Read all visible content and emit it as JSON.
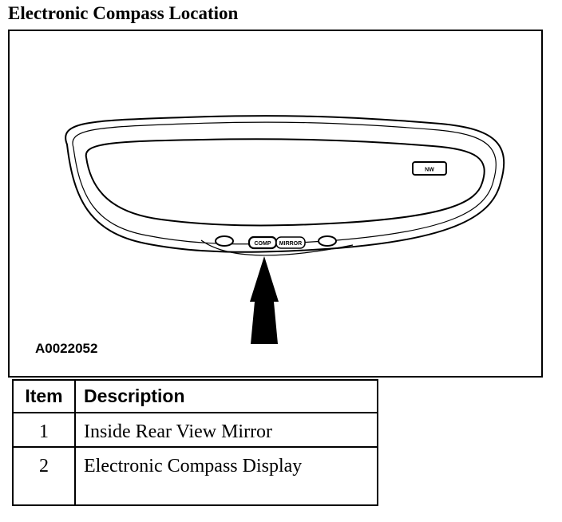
{
  "title": "Electronic Compass Location",
  "figure": {
    "id_label": "A0022052",
    "display_reading": "NW",
    "buttons": [
      "COMP",
      "MIRROR"
    ]
  },
  "legend": {
    "headers": {
      "item": "Item",
      "description": "Description"
    },
    "rows": [
      {
        "item": "1",
        "description": "Inside Rear View Mirror"
      },
      {
        "item": "2",
        "description": "Electronic Compass Display"
      }
    ]
  }
}
